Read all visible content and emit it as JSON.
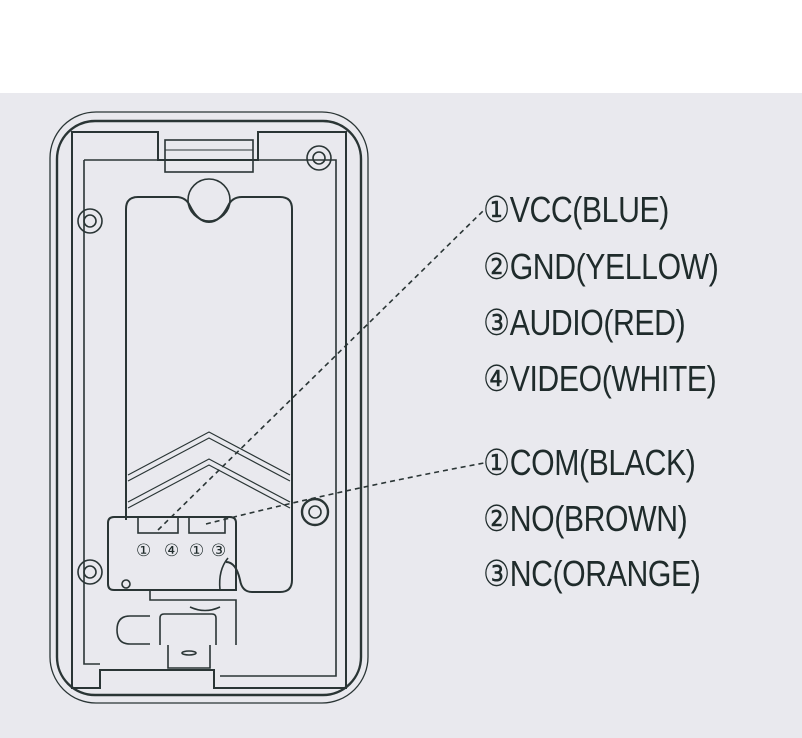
{
  "diagram": {
    "connector_pins": [
      "①",
      "④",
      "①",
      "③"
    ],
    "power_video_group": [
      {
        "label": "①VCC(BLUE)"
      },
      {
        "label": "②GND(YELLOW)"
      },
      {
        "label": "③AUDIO(RED)"
      },
      {
        "label": "④VIDEO(WHITE)"
      }
    ],
    "relay_group": [
      {
        "label": "①COM(BLACK)"
      },
      {
        "label": "②NO(BROWN)"
      },
      {
        "label": "③NC(ORANGE)"
      }
    ],
    "colors": {
      "background": "#e9e9ee",
      "line": "#2a3535",
      "text": "#1f2b2b"
    }
  }
}
